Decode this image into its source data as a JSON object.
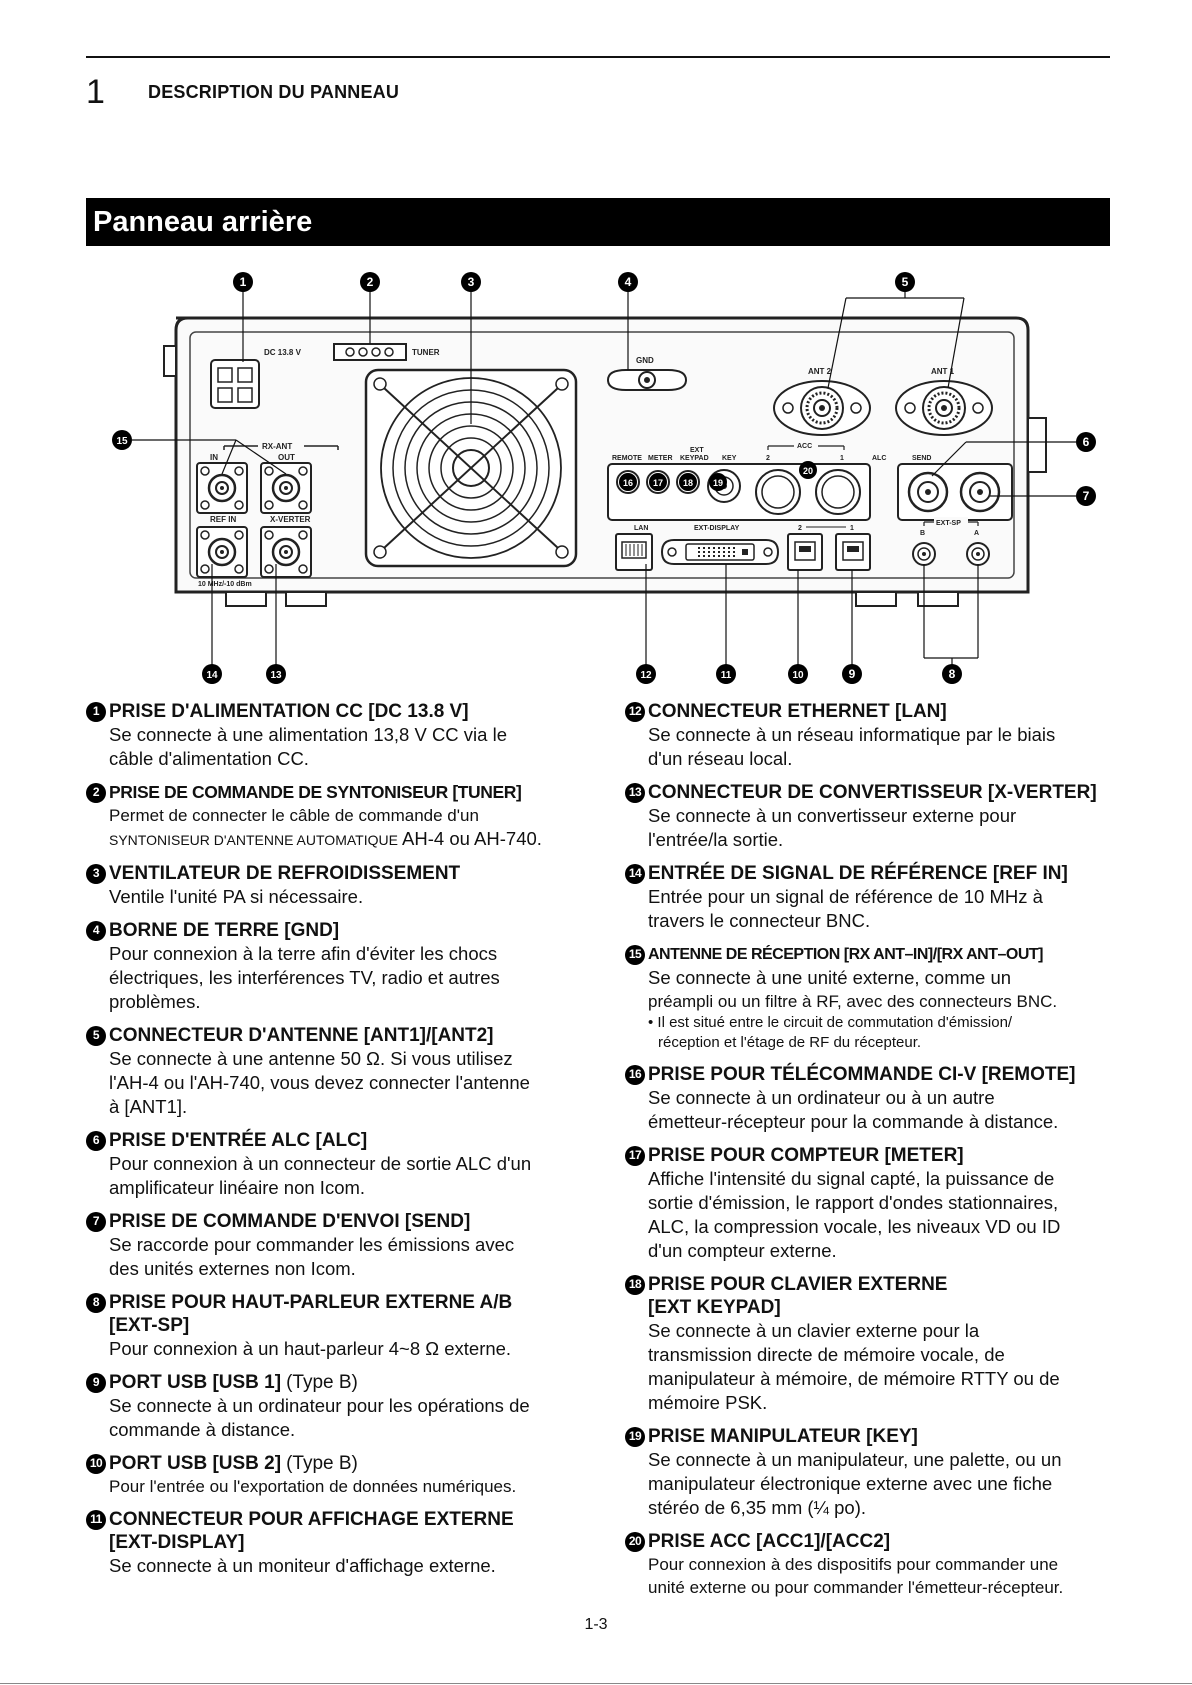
{
  "header": {
    "chapter_number": "1",
    "chapter_title": "DESCRIPTION DU PANNEAU"
  },
  "section_title": "Panneau arrière",
  "diagram": {
    "callouts": [
      "1",
      "2",
      "3",
      "4",
      "5",
      "6",
      "7",
      "8",
      "9",
      "10",
      "11",
      "12",
      "13",
      "14",
      "15",
      "16",
      "17",
      "18",
      "19",
      "20"
    ],
    "labels": {
      "dc": "DC 13.8 V",
      "tuner": "TUNER",
      "gnd": "GND",
      "ant2": "ANT 2",
      "ant1": "ANT 1",
      "rx_ant": "RX-ANT",
      "in": "IN",
      "out": "OUT",
      "ref_in": "REF IN",
      "x_verter": "X-VERTER",
      "ref_spec": "10 MHz/-10 dBm",
      "remote": "REMOTE",
      "meter": "METER",
      "ext": "EXT",
      "keypad": "KEYPAD",
      "key": "KEY",
      "acc": "ACC",
      "acc2": "2",
      "acc1": "1",
      "alc": "ALC",
      "send": "SEND",
      "lan": "LAN",
      "ext_display": "EXT-DISPLAY",
      "usb2": "2",
      "usb1": "1",
      "ext_sp": "EXT-SP",
      "sp_b": "B",
      "sp_a": "A"
    }
  },
  "items_left": [
    {
      "num": "1",
      "title": "PRISE D'ALIMENTATION CC [DC 13.8 V]",
      "desc": [
        "Se connecte à une alimentation 13,8 V CC via le",
        "câble d'alimentation CC."
      ]
    },
    {
      "num": "2",
      "title": "PRISE DE COMMANDE DE SYNTONISEUR [TUNER]",
      "desc": [
        "Permet de connecter le câble de commande d'un"
      ],
      "desc_sc": "SYNTONISEUR D'ANTENNE AUTOMATIQUE",
      "desc_tail": " AH-4 ou AH-740."
    },
    {
      "num": "3",
      "title": "VENTILATEUR DE REFROIDISSEMENT",
      "desc": [
        "Ventile l'unité PA si nécessaire."
      ]
    },
    {
      "num": "4",
      "title": "BORNE DE TERRE [GND]",
      "desc": [
        "Pour connexion à la terre afin d'éviter les chocs",
        "électriques, les interférences TV, radio et autres",
        "problèmes."
      ]
    },
    {
      "num": "5",
      "title": "CONNECTEUR D'ANTENNE [ANT1]/[ANT2]",
      "desc": [
        "Se connecte à une antenne 50 Ω. Si vous utilisez",
        "l'AH-4 ou l'AH-740, vous devez connecter l'antenne",
        "à [ANT1]."
      ]
    },
    {
      "num": "6",
      "title": "PRISE D'ENTRÉE ALC [ALC]",
      "desc": [
        "Pour connexion à un connecteur de sortie ALC d'un",
        "amplificateur linéaire non Icom."
      ]
    },
    {
      "num": "7",
      "title": "PRISE DE COMMANDE D'ENVOI [SEND]",
      "desc": [
        "Se raccorde pour commander les émissions avec",
        "des unités externes non Icom."
      ]
    },
    {
      "num": "8",
      "title": "PRISE POUR HAUT-PARLEUR EXTERNE A/B",
      "title_cont": "[EXT-SP]",
      "desc": [
        "Pour connexion à un haut-parleur 4~8 Ω externe."
      ]
    },
    {
      "num": "9",
      "title": "PORT USB [USB 1]",
      "title_extra": "(Type B)",
      "desc": [
        "Se connecte à un ordinateur pour les opérations de",
        "commande à distance."
      ]
    },
    {
      "num": "10",
      "title": "PORT USB [USB 2]",
      "title_extra": "(Type B)",
      "desc": [
        "Pour l'entrée ou l'exportation de données numériques."
      ]
    },
    {
      "num": "11",
      "title": "CONNECTEUR POUR AFFICHAGE EXTERNE",
      "title_cont": "[EXT-DISPLAY]",
      "desc": [
        "Se connecte à un moniteur d'affichage externe."
      ]
    }
  ],
  "items_right": [
    {
      "num": "12",
      "title": "CONNECTEUR ETHERNET [LAN]",
      "desc": [
        "Se connecte à un réseau informatique par le biais",
        "d'un réseau local."
      ]
    },
    {
      "num": "13",
      "title": "CONNECTEUR DE CONVERTISSEUR [X-VERTER]",
      "desc": [
        "Se connecte à un convertisseur externe pour",
        "l'entrée/la sortie."
      ]
    },
    {
      "num": "14",
      "title": "ENTRÉE DE SIGNAL DE RÉFÉRENCE [REF IN]",
      "desc": [
        "Entrée pour un signal de référence de 10 MHz à",
        "travers le connecteur BNC."
      ]
    },
    {
      "num": "15",
      "title": "ANTENNE DE RÉCEPTION [RX ANT–IN]/[RX ANT–OUT]",
      "desc": [
        "Se connecte à une unité externe, comme un",
        "préampli ou un filtre à RF, avec des connecteurs BNC."
      ],
      "note": [
        "• Il est situé entre le circuit de commutation d'émission/",
        "réception et l'étage de RF du récepteur."
      ]
    },
    {
      "num": "16",
      "title": "PRISE POUR TÉLÉCOMMANDE CI-V [REMOTE]",
      "desc": [
        "Se connecte à un ordinateur ou à un autre",
        "émetteur-récepteur pour la commande à distance."
      ]
    },
    {
      "num": "17",
      "title": "PRISE POUR COMPTEUR [METER]",
      "desc": [
        "Affiche l'intensité du signal capté, la puissance de",
        "sortie d'émission, le rapport d'ondes stationnaires,",
        "ALC, la compression vocale, les niveaux VD ou ID",
        "d'un compteur externe."
      ]
    },
    {
      "num": "18",
      "title": "PRISE POUR CLAVIER EXTERNE",
      "title_cont": "[EXT KEYPAD]",
      "desc": [
        "Se connecte à un clavier externe pour la",
        "transmission directe de mémoire vocale, de",
        "manipulateur à mémoire, de mémoire RTTY ou de",
        "mémoire PSK."
      ]
    },
    {
      "num": "19",
      "title": "PRISE MANIPULATEUR [KEY]",
      "desc": [
        "Se connecte à un manipulateur, une palette, ou un",
        "manipulateur électronique externe avec une fiche",
        "stéréo de 6,35 mm (¼ po)."
      ]
    },
    {
      "num": "20",
      "title": "PRISE ACC [ACC1]/[ACC2]",
      "desc": [
        "Pour connexion à des dispositifs pour commander une",
        "unité externe ou pour commander l'émetteur-récepteur."
      ]
    }
  ],
  "page_number": "1-3"
}
